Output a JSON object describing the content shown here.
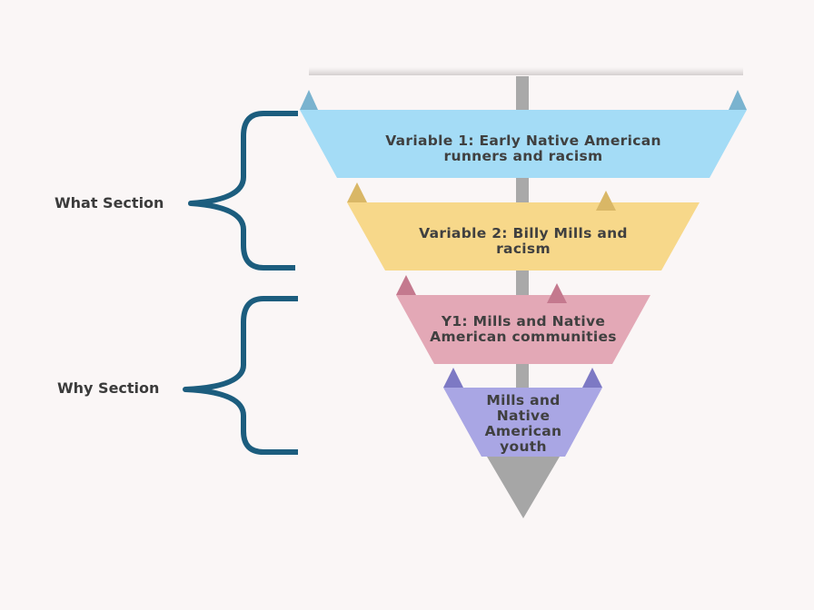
{
  "sections": {
    "what_label": "What Section",
    "why_label": "Why Section"
  },
  "tiers": [
    {
      "lines": [
        "Variable 1: Early Native American",
        "runners and racism"
      ],
      "color": "#a4dcf6",
      "marker_color": "#7ab3cf"
    },
    {
      "lines": [
        "Variable 2: Billy Mills and",
        "racism"
      ],
      "color": "#f7d88a",
      "marker_color": "#d9b766"
    },
    {
      "lines": [
        "Y1: Mills and Native",
        "American communities"
      ],
      "color": "#e3a8b6",
      "marker_color": "#c4798e"
    },
    {
      "lines": [
        "Mills and",
        "Native",
        "American",
        "youth"
      ],
      "color": "#a9a6e4",
      "marker_color": "#7d79c4"
    }
  ],
  "colors": {
    "bracket": "#1c5d7e",
    "axis": "#a9a9a9",
    "tip": "#a6a6a6",
    "background": "#faf6f6"
  }
}
